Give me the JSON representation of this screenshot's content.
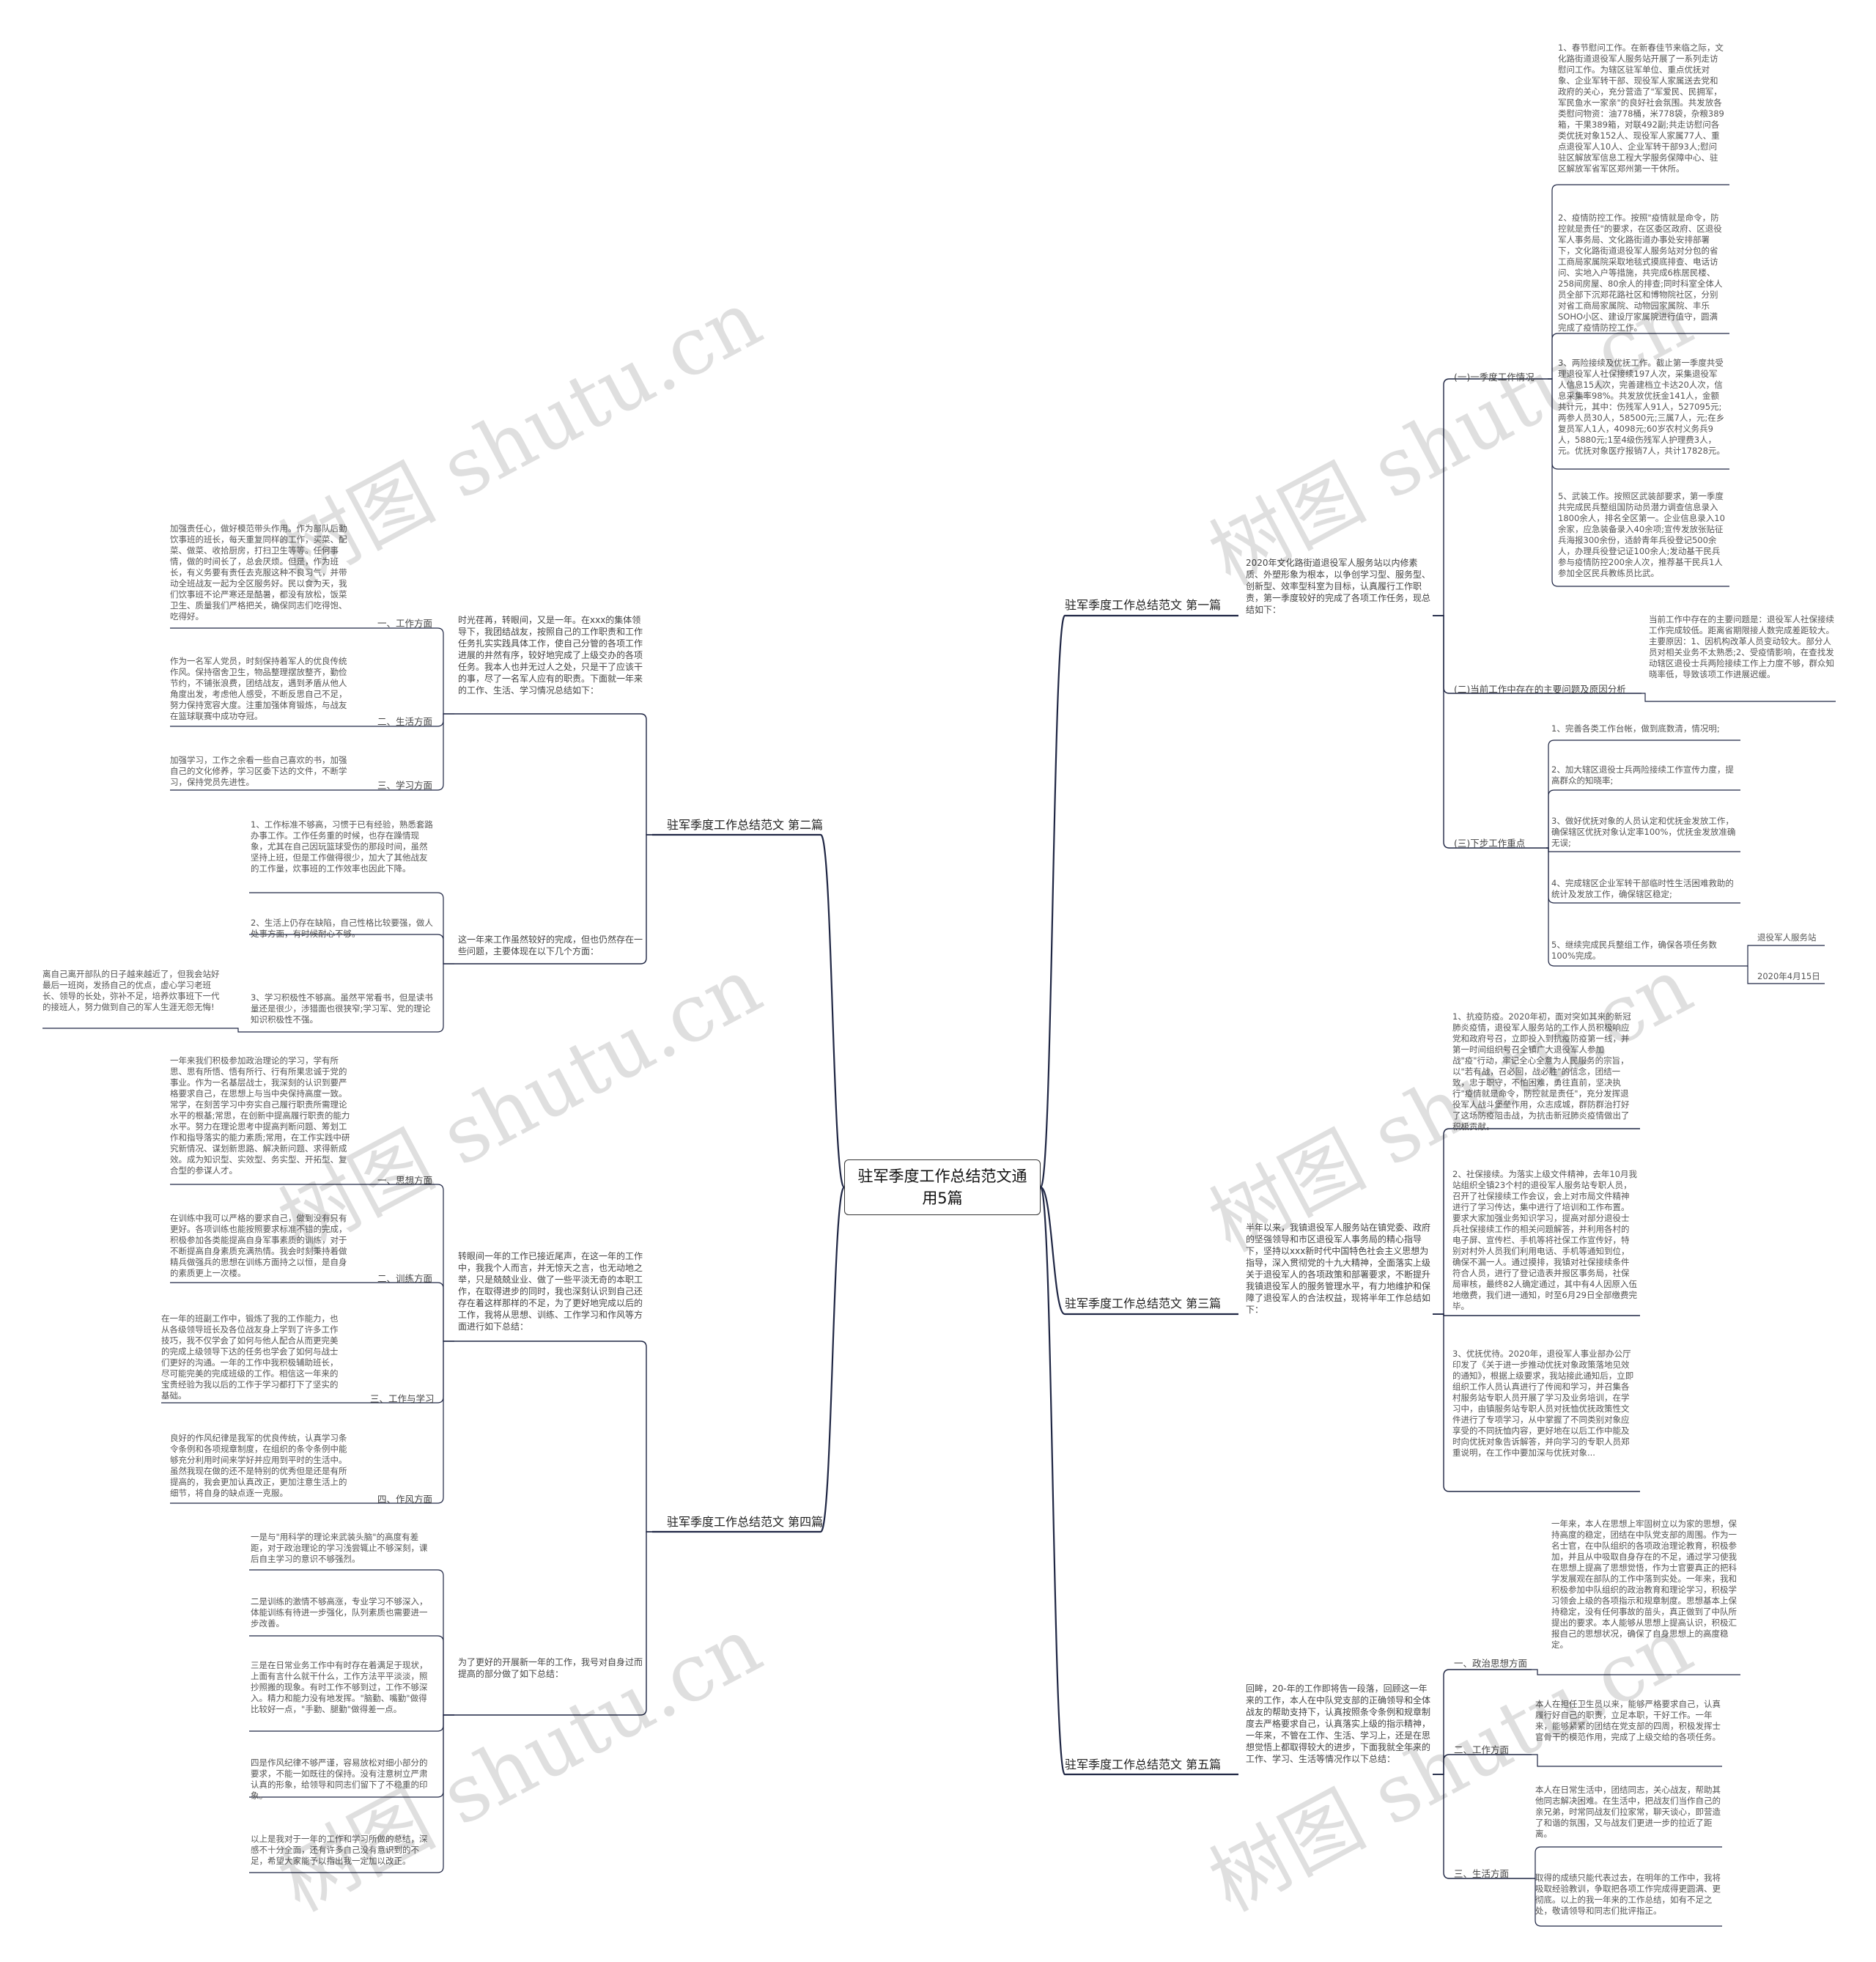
{
  "root": {
    "title": "驻军季度工作总结范文通用5篇"
  },
  "watermark": "树图 shutu.cn",
  "colors": {
    "line": "#1f2644",
    "root_border": "#333333"
  },
  "b1": {
    "title": "驻军季度工作总结范文 第一篇",
    "intro": "2020年文化路街道退役军人服务站以内修素质、外塑形象为根本，以争创学习型、服务型、创新型、效率型科室为目标，认真履行工作职责，第一季度较好的完成了各项工作任务，现总结如下：",
    "sub1": {
      "label": "(一)一季度工作情况",
      "leaves": [
        "1、春节慰问工作。在新春佳节来临之际，文化路街道退役军人服务站开展了一系列走访慰问工作。为辖区驻军单位、重点优抚对象、企业军转干部、现役军人家属送去党和政府的关心，充分营造了\"军爱民、民拥军，军民鱼水一家亲\"的良好社会氛围。共发放各类慰问物资：油778桶，米778袋，杂粮389箱，干果389箱，对联492副;共走访慰问各类优抚对象152人、现役军人家属77人、重点退役军人10人、企业军转干部93人;慰问驻区解放军信息工程大学服务保障中心、驻区解放军省军区郑州第一干休所。",
        "2、疫情防控工作。按照\"疫情就是命令，防控就是责任\"的要求，在区委区政府、区退役军人事务局、文化路街道办事处安排部署下，文化路街道退役军人服务站对分包的省工商局家属院采取地毯式摸底排查、电话访问、实地入户等措施，共完成6栋居民楼、258间房屋、80余人的排查;同时科室全体人员全部下沉郑花路社区和博物院社区，分别对省工商局家属院、动物园家属院、丰乐SOHO小区、建设厅家属院进行值守，圆满完成了疫情防控工作。",
        "3、两险接续及优抚工作。截止第一季度共受理退役军人社保接续197人次，采集退役军人信息15人次，完善建档立卡达20人次，信息采集率98%。共发放优抚金141人，金额共计元，其中：伤残军人91人，527095元;两参人员30人，58500元;三属7人，元;在乡复员军人1人，4098元;60岁农村义务兵9人，5880元;1至4级伤残军人护理费3人，元。优抚对象医疗报销7人，共计17828元。",
        "5、武装工作。按照区武装部要求，第一季度共完成民兵整组国防动员潜力调查信息录入1800余人，排名全区第一。企业信息录入10余家，应急装备录入40余项;宣传发放张贴征兵海报300余份，适龄青年兵役登记500余人，办理兵役登记证100余人;发动基干民兵参与疫情防控200余人次，推荐基干民兵1人参加全区民兵教练员比武。"
      ]
    },
    "sub2": {
      "label": "(二)当前工作中存在的主要问题及原因分析",
      "leaves": [
        "当前工作中存在的主要问题是：退役军人社保接续工作完成较低。距离省期限接人数完成差距较大。主要原因：1、因机构改革人员变动较大。部分人员对相关业务不太熟悉;2、受疫情影响，在查找发动辖区退役士兵两险接续工作上力度不够，群众知晓率低，导致该项工作进展迟缓。"
      ]
    },
    "sub3": {
      "label": "(三)下步工作重点",
      "leaves": [
        "1、完善各类工作台帐，做到底数清，情况明;",
        "2、加大辖区退役士兵两险接续工作宣传力度，提高群众的知晓率;",
        "3、做好优抚对象的人员认定和优抚金发放工作，确保辖区优抚对象认定率100%，优抚金发放准确无误;",
        "4、完成辖区企业军转干部临时性生活困难救助的统计及发放工作，确保辖区稳定;",
        "5、继续完成民兵整组工作，确保各项任务数100%完成。"
      ]
    },
    "sign_org": "退役军人服务站",
    "sign_date": "2020年4月15日"
  },
  "b2": {
    "title": "驻军季度工作总结范文 第二篇",
    "intro1": "时光荏苒，转眼间，又是一年。在xxx的集体领导下，我团结战友，按照自己的工作职责和工作任务扎实实践具体工作，使自己分管的各项工作进展的井然有序，较好地完成了上级交办的各项任务。我本人也并无过人之处，只是干了应该干的事，尽了一名军人应有的职责。下面就一年来的工作、生活、学习情况总结如下：",
    "intro2": "这一年来工作虽然较好的完成，但也仍然存在一些问题，主要体现在以下几个方面：",
    "a1": {
      "label": "一、工作方面",
      "text": "加强责任心，做好模范带头作用。作为部队后勤饮事班的班长，每天重复同样的工作，买菜、配菜、做菜、收拾厨房，打扫卫生等等。任何事情，做的时间长了，总会厌烦。但是，作为班长，有义务要有责任去克服这种不良习气，并带动全班战友一起为全区服务好。民以食为天，我们饮事班不论严寒还是酷暑，都没有放松，饭菜卫生、质量我们严格把关，确保同志们吃得饱、吃得好。"
    },
    "a2": {
      "label": "二、生活方面",
      "text": "作为一名军人党员，时刻保持着军人的优良传统作风。保持宿舍卫生，物品整理摆放整齐，勤俭节约，不铺张浪费，团结战友，遇到矛盾从他人角度出发，考虑他人感受，不断反思自己不足，努力保持宽容大度。注重加强体育锻炼，与战友在篮球联赛中成功夺冠。"
    },
    "a3": {
      "label": "三、学习方面",
      "text": "加强学习，工作之余看一些自己喜欢的书，加强自己的文化修养，学习区委下达的文件，不断学习，保持党员先进性。"
    },
    "p1": "1、工作标准不够高，习惯于已有经验，熟悉套路办事工作。工作任务重的时候，也存在躁情现象，尤其在自己因玩篮球受伤的那段时间，虽然坚持上班，但是工作做得很少，加大了其他战友的工作量，炊事班的工作效率也因此下降。",
    "p2": "2、生活上仍存在缺陷，自己性格比较要强，做人处事方面，有时候耐心不够。",
    "p3": "3、学习积极性不够高。虽然平常看书，但是读书量还是很少，涉猎面也很狭窄;学习军、党的理论知识积极性不强。",
    "p3_note": "离自己离开部队的日子越来越近了，但我会站好最后一班岗，发扬自己的优点，虚心学习老班长、领导的长处，弥补不足，培养炊事班下一代的接班人，努力做到自己的军人生涯无怨无悔!"
  },
  "b3": {
    "title": "驻军季度工作总结范文 第三篇",
    "intro": "半年以来，我镇退役军人服务站在镇党委、政府的坚强领导和市区退役军人事务局的精心指导下，坚持以xxx新时代中国特色社会主义思想为指导，深入贯彻党的十九大精神，全面落实上级关于退役军人的各项政策和部署要求，不断提升我镇退役军人的服务管理水平，有力地维护和保障了退役军人的合法权益，现将半年工作总结如下：",
    "leaves": [
      "1、抗疫防疫。2020年初，面对突如其来的新冠肺炎疫情，退役军人服务站的工作人员积极响应党和政府号召，立即投入到抗疫防疫第一线，并第一时间组织号召全镇广大退役军人参加战\"疫\"行动，牢记全心全意为人民服务的宗旨，以\"若有战，召必回，战必胜\"的信念，团结一致，忠于职守，不怕困难，勇往直前，坚决执行\"疫情就是命令，防控就是责任\"，充分发挥退役军人战斗堡垒作用，众志成城，群防群治打好了这场防疫阻击战，为抗击新冠肺炎疫情做出了积极贡献。",
      "2、社保接续。为落实上级文件精神，去年10月我站组织全镇23个村的退役军人服务站专职人员，召开了社保接续工作会议，会上对市局文件精神进行了学习传达，集中进行了培训和工作布置。要求大家加强业务知识学习，提高对部分退役士兵社保接续工作的相关问题解答，并利用各村的电子屏、宣传栏、手机等将社保工作宣传好，特别对村外人员我们利用电话、手机等通知到位，确保不漏一人。通过摸排，我镇对社保接续条件符合人员，进行了登记造表并报区事务局，社保局审核，最终82人确定通过，其中有4人因原入伍地缴费，我们进一通知，时至6月29日全部缴费完毕。",
      "3、优抚优待。2020年，退役军人事业部办公厅印发了《关于进一步推动优抚对象政策落地见效的通知》，根据上级要求，我站接此通知后，立即组织工作人员认真进行了传阅和学习，并召集各村服务站专职人员开展了学习及业务培训，在学习中，由镇服务站专职人员对抚恤优抚政策性文件进行了专项学习，从中掌握了不同类别对象应享受的不同抚恤内容，更好地在以后工作中能及时向优抚对象告诉解答，并向学习的专职人员郑重说明，在工作中要加深与优抚对象..."
    ]
  },
  "b4": {
    "title": "驻军季度工作总结范文 第四篇",
    "intro1": "转眼间一年的工作已接近尾声，在这一年的工作中，我我个人而言，并无惊天之言，也无动地之举，只是兢兢业业、做了一些平淡无奇的本职工作，在取得进步的同时，我也深刻认识到自己还存在着这样那样的不足，为了更好地完成以后的工作，我将从思想、训练、工作学习和作风等方面进行如下总结：",
    "intro2": "为了更好的开展新一年的工作，我号对自身过而提高的部分做了如下总结：",
    "a1": {
      "label": "一、思想方面",
      "text": "一年来我们积极参加政治理论的学习，学有所思、思有所悟、悟有所行、行有所果忠诚于党的事业。作为一名基层战士，我深刻的认识到要严格要求自己，在思想上与当中央保持高度一致。常学，在刻苦学习中夯实自己履行职责所需理论水平的根基;常思，在创新中提高履行职责的能力水平。努力在理论思考中提高判断问题、筹划工作和指导落实的能力素质;常用，在工作实践中研究新情况、谋划新思路、解决新问题、求得新成效。成为知识型、实效型、务实型、开拓型、复合型的参谋人才。"
    },
    "a2": {
      "label": "二、训练方面",
      "text": "在训练中我可以严格的要求自己，做到没有只有更好。各项训练也能按照要求标准不错的完成，积极参加各类能提高自身军事素质的训练，对于不断提高自身素质充满热情。我会时刻秉持着做精兵做强兵的思想在训练方面持之以恒，是自身的素质更上一次楼。"
    },
    "a3": {
      "label": "三、工作与学习",
      "text": "在一年的班副工作中，锻炼了我的工作能力，也从各级领导班长及各位战友身上学到了许多工作技巧，我不仅学会了如何与他人配合从而更完美的完成上级领导下达的任务也学会了如何与战士们更好的沟通。一年的工作中我积极辅助班长，尽可能完美的完成班级的工作。相信这一年来的宝贵经验为我以后的工作于学习都打下了坚实的基础。"
    },
    "a4": {
      "label": "四、作风方面",
      "text": "良好的作风纪律是我军的优良传统，认真学习条令条例和各项规章制度，在组织的条令条例中能够充分利用时间来学好并应用到平时的生活中。虽然我现在做的还不是特别的优秀但是还是有所提高的，我会更加认真改正，更加注意生活上的细节，将自身的缺点逐一克服。"
    },
    "p": [
      "一是与\"用科学的理论来武装头脑\"的高度有差距，对于政治理论的学习浅尝辄止不够深刻，课后自主学习的意识不够强烈。",
      "二是训练的激情不够高涨，专业学习不够深入，体能训练有待进一步强化，队列素质也需要进一步改善。",
      "三是在日常业务工作中有时存在着满足于现状，上面有言什么就干什么，工作方法平平淡淡，照抄照搬的现象。有时工作不够到过，工作不够深入。精力和能力没有地发挥。\"脑勤、嘴勤\"做得比较好一点，\"手勤、腿勤\"做得差一点。",
      "四是作风纪律不够严谨，容易放松对细小部分的要求，不能一如既往的保持。没有注意树立严肃认真的形象，给领导和同志们留下了不稳重的印象。",
      "以上是我对于一年的工作和学习所做的总结，深感不十分全面，还有许多自己没有意识到的不足，希望大家能予以指出我一定加以改正。"
    ]
  },
  "b5": {
    "title": "驻军季度工作总结范文 第五篇",
    "intro": "回眸，20-年的工作即将告一段落，回顾这一年来的工作，本人在中队党支部的正确领导和全体战友的帮助支持下，认真按照条令条例和规章制度去严格要求自己，认真落实上级的指示精神，一年来，不管在工作、生活、学习上，还是在思想觉悟上都取得较大的进步，下面我就全年来的工作、学习、生活等情况作以下总结：",
    "a1": {
      "label": "一、政治思想方面",
      "text": "一年来，本人在思想上牢固树立以为家的思想，保持高度的稳定，团结在中队党支部的周围。作为一名士官，在中队组织的各项政治理论教育，积极参加，并且从中吸取自身存在的不足，通过学习使我在思想上提高了思想觉悟，作为士官要真正的把科学发展观在部队的工作中落到实处。一年来，我和积极参加中队组织的政治教育和理论学习，积极学习领会上级的各项指示和规章制度。思想基本上保持稳定，没有任何事故的苗头，真正做到了中队所提出的要求。本人能够从思想上提高认识，积极汇报自己的思想状况，确保了自身思想上的高度稳定。"
    },
    "a2": {
      "label": "二、工作方面",
      "text": "本人在担任卫生员以来，能够严格要求自己，认真履行好自己的职责，立足本职，干好工作。一年来，能够紧紧的团结在党支部的四周，积极发挥士官骨干的模范作用，完成了上级交给的各项任务。"
    },
    "a3": {
      "label": "三、生活方面",
      "text": "本人在日常生活中，团结同志，关心战友，帮助其他同志解决困难。在生活中，把战友们当作自己的亲兄弟，时常同战友们拉家常，聊天谈心，即营造了和谐的氛围，又与战友们更进一步的拉近了距离。"
    },
    "a3b": "取得的成绩只能代表过去，在明年的工作中，我将吸取经验教训，争取把各项工作完成得更圆满、更彻底。以上的我一年来的工作总结，如有不足之处，敬请领导和同志们批评指正。"
  }
}
